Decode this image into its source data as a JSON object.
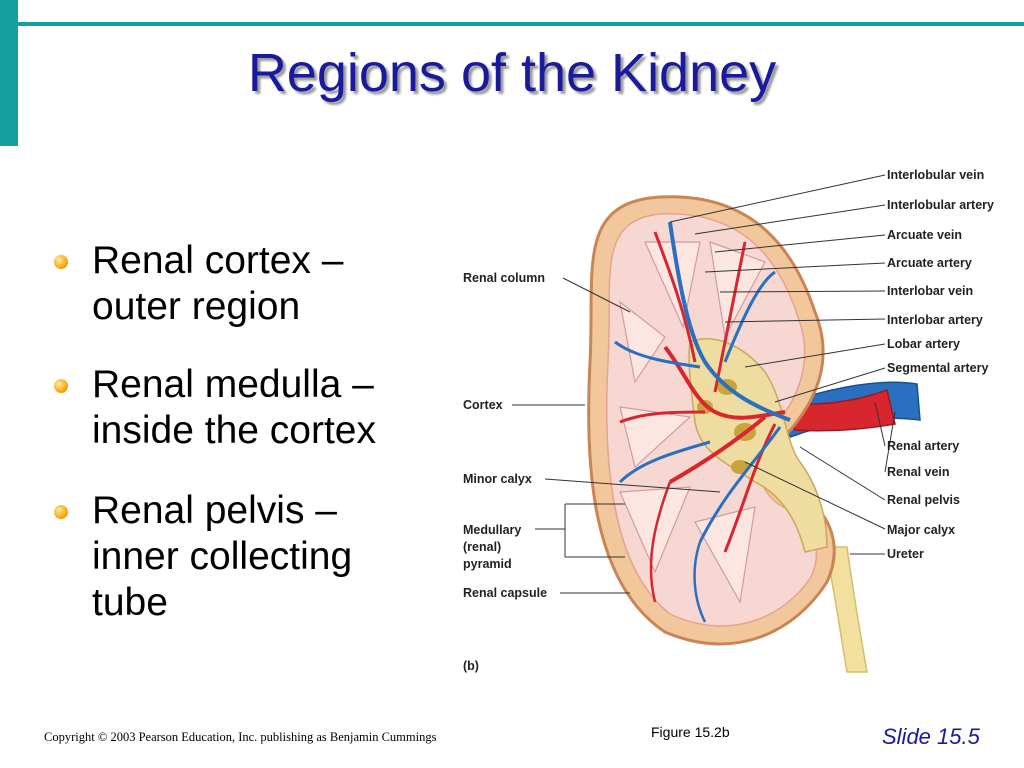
{
  "title": "Regions of the Kidney",
  "bullets": [
    {
      "line1": "Renal cortex –",
      "line2": "outer region"
    },
    {
      "line1": "Renal medulla –",
      "line2": "inside the cortex"
    },
    {
      "line1": "Renal pelvis –",
      "line2": "inner collecting",
      "line3": "tube"
    }
  ],
  "figure": {
    "panel_label": "(b)",
    "labels_right": [
      "Interlobular vein",
      "Interlobular artery",
      "Arcuate vein",
      "Arcuate artery",
      "Interlobar vein",
      "Interlobar artery",
      "Lobar artery",
      "Segmental artery",
      "Renal artery",
      "Renal vein",
      "Renal pelvis",
      "Major calyx",
      "Ureter"
    ],
    "labels_left": {
      "renal_column": "Renal column",
      "cortex": "Cortex",
      "minor_calyx": "Minor calyx",
      "medullary_1": "Medullary",
      "medullary_2": "(renal)",
      "medullary_3": "pyramid",
      "renal_capsule": "Renal capsule"
    }
  },
  "footer": {
    "copyright": "Copyright © 2003 Pearson Education, Inc. publishing as Benjamin Cummings",
    "figure_ref": "Figure 15.2b",
    "slide_number": "Slide 15.5"
  },
  "colors": {
    "accent": "#15a0a0",
    "title": "#1a1a9c",
    "artery": "#d8262e",
    "vein": "#2b6fc0"
  }
}
